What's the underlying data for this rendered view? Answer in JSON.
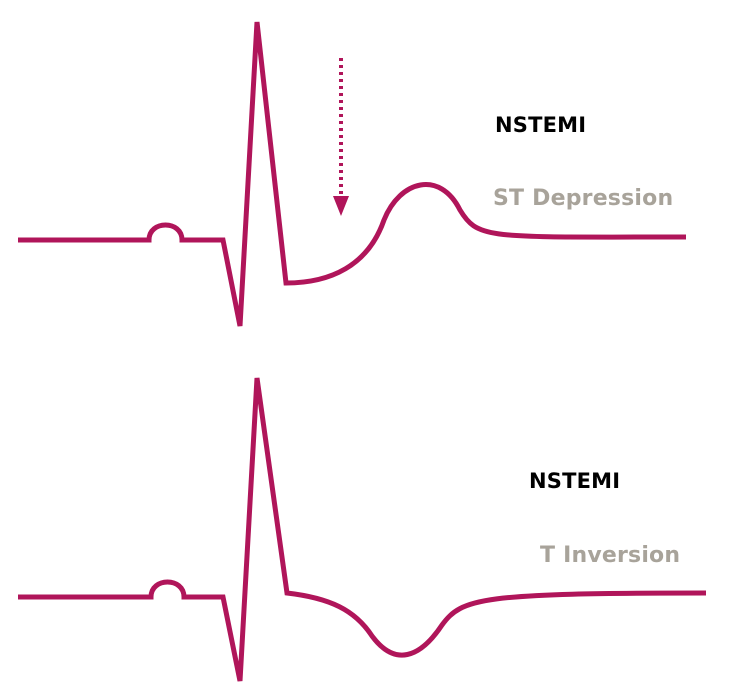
{
  "colors": {
    "trace": "#b0155a",
    "title_text": "#000000",
    "subtitle_text": "#a8a39a"
  },
  "panels": [
    {
      "title": "NSTEMI",
      "subtitle": "ST Depression"
    },
    {
      "title": "NSTEMI",
      "subtitle": "T Inversion"
    }
  ]
}
